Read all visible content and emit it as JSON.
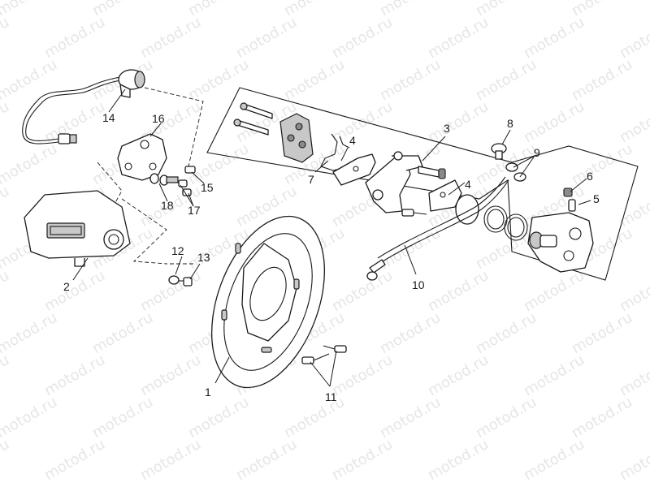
{
  "watermark": {
    "text": "motod.ru",
    "color": "#e6e6e6"
  },
  "callouts": {
    "c1": "1",
    "c2": "2",
    "c3": "3",
    "c4a": "4",
    "c4b": "4",
    "c5": "5",
    "c6": "6",
    "c7": "7",
    "c8": "8",
    "c9": "9",
    "c10": "10",
    "c11": "11",
    "c12": "12",
    "c13": "13",
    "c14": "14",
    "c15": "15",
    "c16": "16",
    "c17": "17",
    "c18": "18"
  },
  "parts": {
    "brake_disc": "brake-disc",
    "caliper_mount_cover": "caliper-mount-cover",
    "caliper_kit_frame": "caliper-kit-frame",
    "brake_pad": "brake-pad",
    "bleed_screw": "bleed-screw",
    "bleed_cap": "bleed-cap",
    "pad_spring": "pad-spring",
    "banjo_bolt": "banjo-bolt",
    "copper_washer": "copper-washer",
    "brake_hose": "brake-hose",
    "disc_screw": "disc-screw",
    "washer": "washer",
    "screw": "screw",
    "abs_sensor": "abs-sensor",
    "sensor_bracket": "sensor-bracket"
  }
}
